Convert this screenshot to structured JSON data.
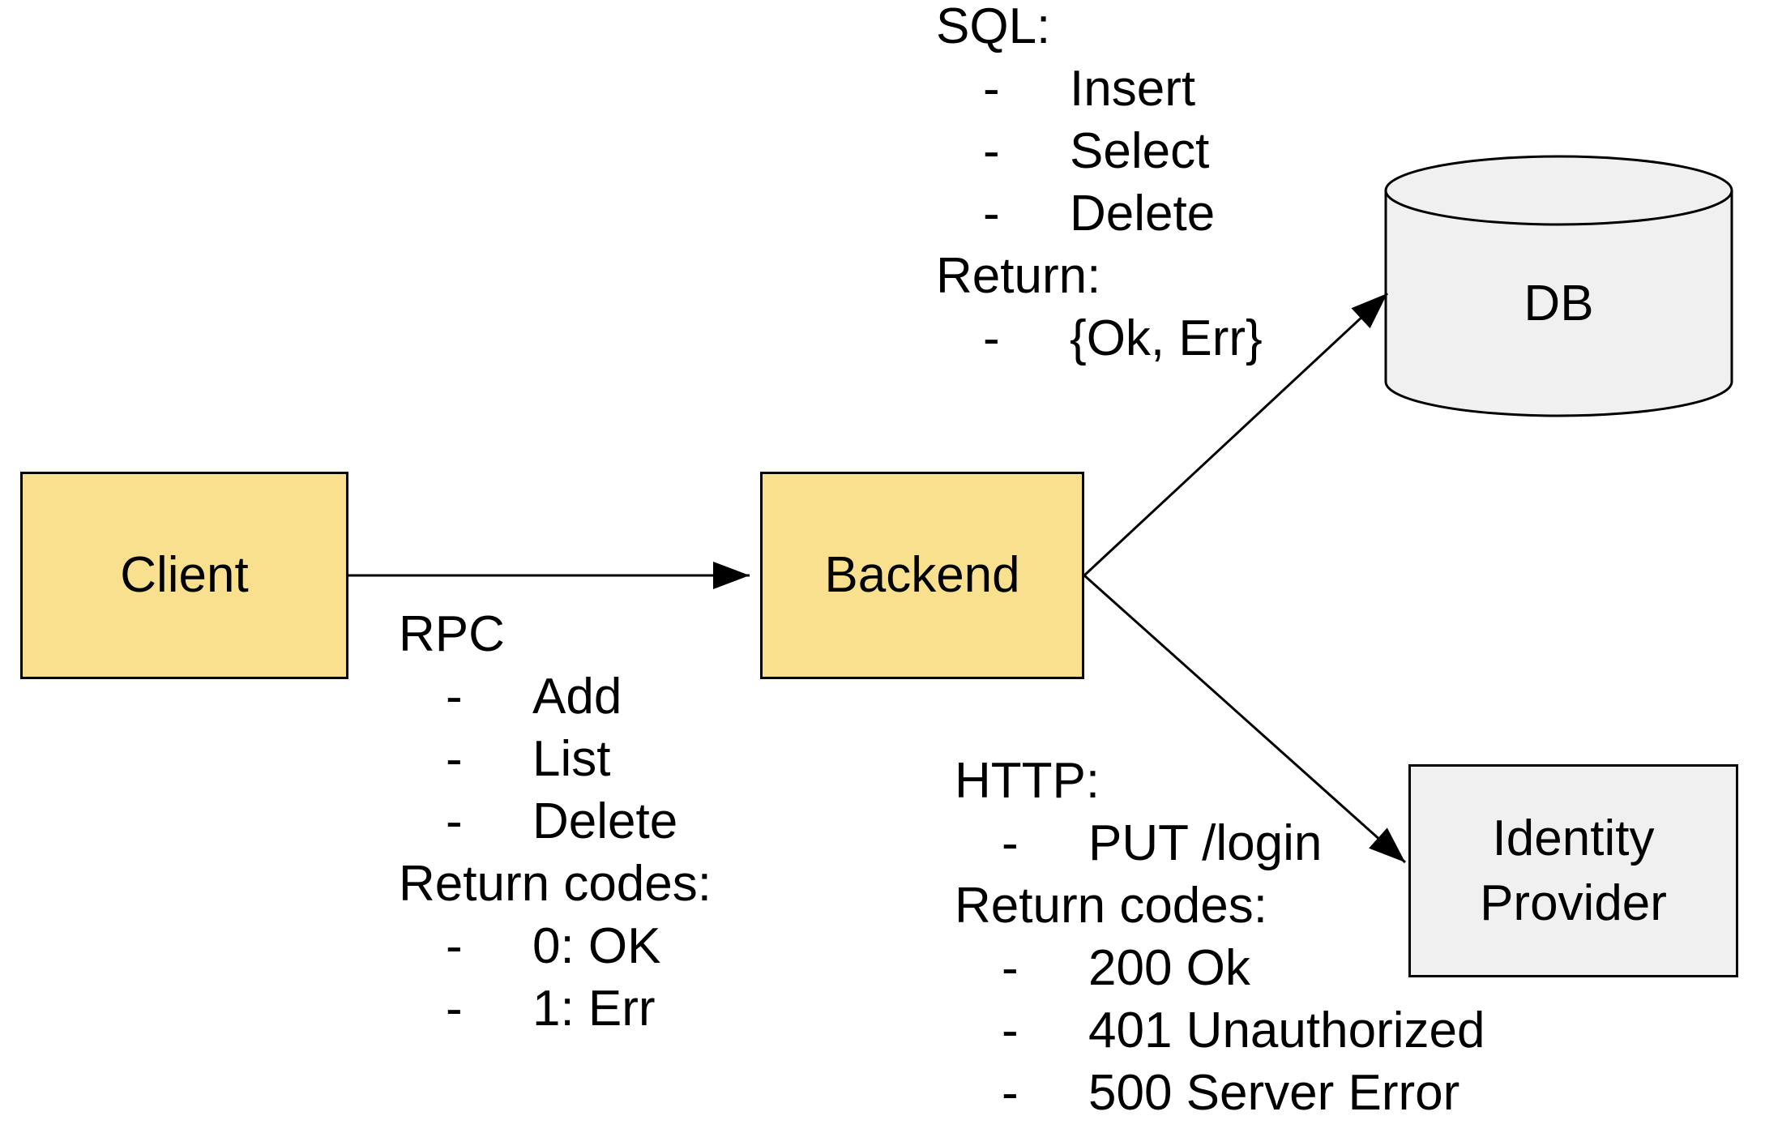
{
  "colors": {
    "node_yellow": "#F8E08E",
    "node_gray": "#F0F0F0",
    "stroke": "#000000"
  },
  "bullet": "-",
  "nodes": {
    "client": {
      "label": "Client"
    },
    "backend": {
      "label": "Backend"
    },
    "db": {
      "label": "DB"
    },
    "identity_provider": {
      "label_line1": "Identity",
      "label_line2": "Provider"
    }
  },
  "edges": {
    "client_backend": {
      "protocol": "RPC",
      "operations": [
        "Add",
        "List",
        "Delete"
      ],
      "returns_header": "Return codes:",
      "returns": [
        "0: OK",
        "1: Err"
      ]
    },
    "backend_db": {
      "protocol": "SQL:",
      "operations": [
        "Insert",
        "Select",
        "Delete"
      ],
      "returns_header": "Return:",
      "returns": [
        "{Ok, Err}"
      ]
    },
    "backend_idp": {
      "protocol": "HTTP:",
      "operations": [
        "PUT /login"
      ],
      "returns_header": "Return codes:",
      "returns": [
        "200 Ok",
        "401 Unauthorized",
        "500 Server Error"
      ]
    }
  }
}
